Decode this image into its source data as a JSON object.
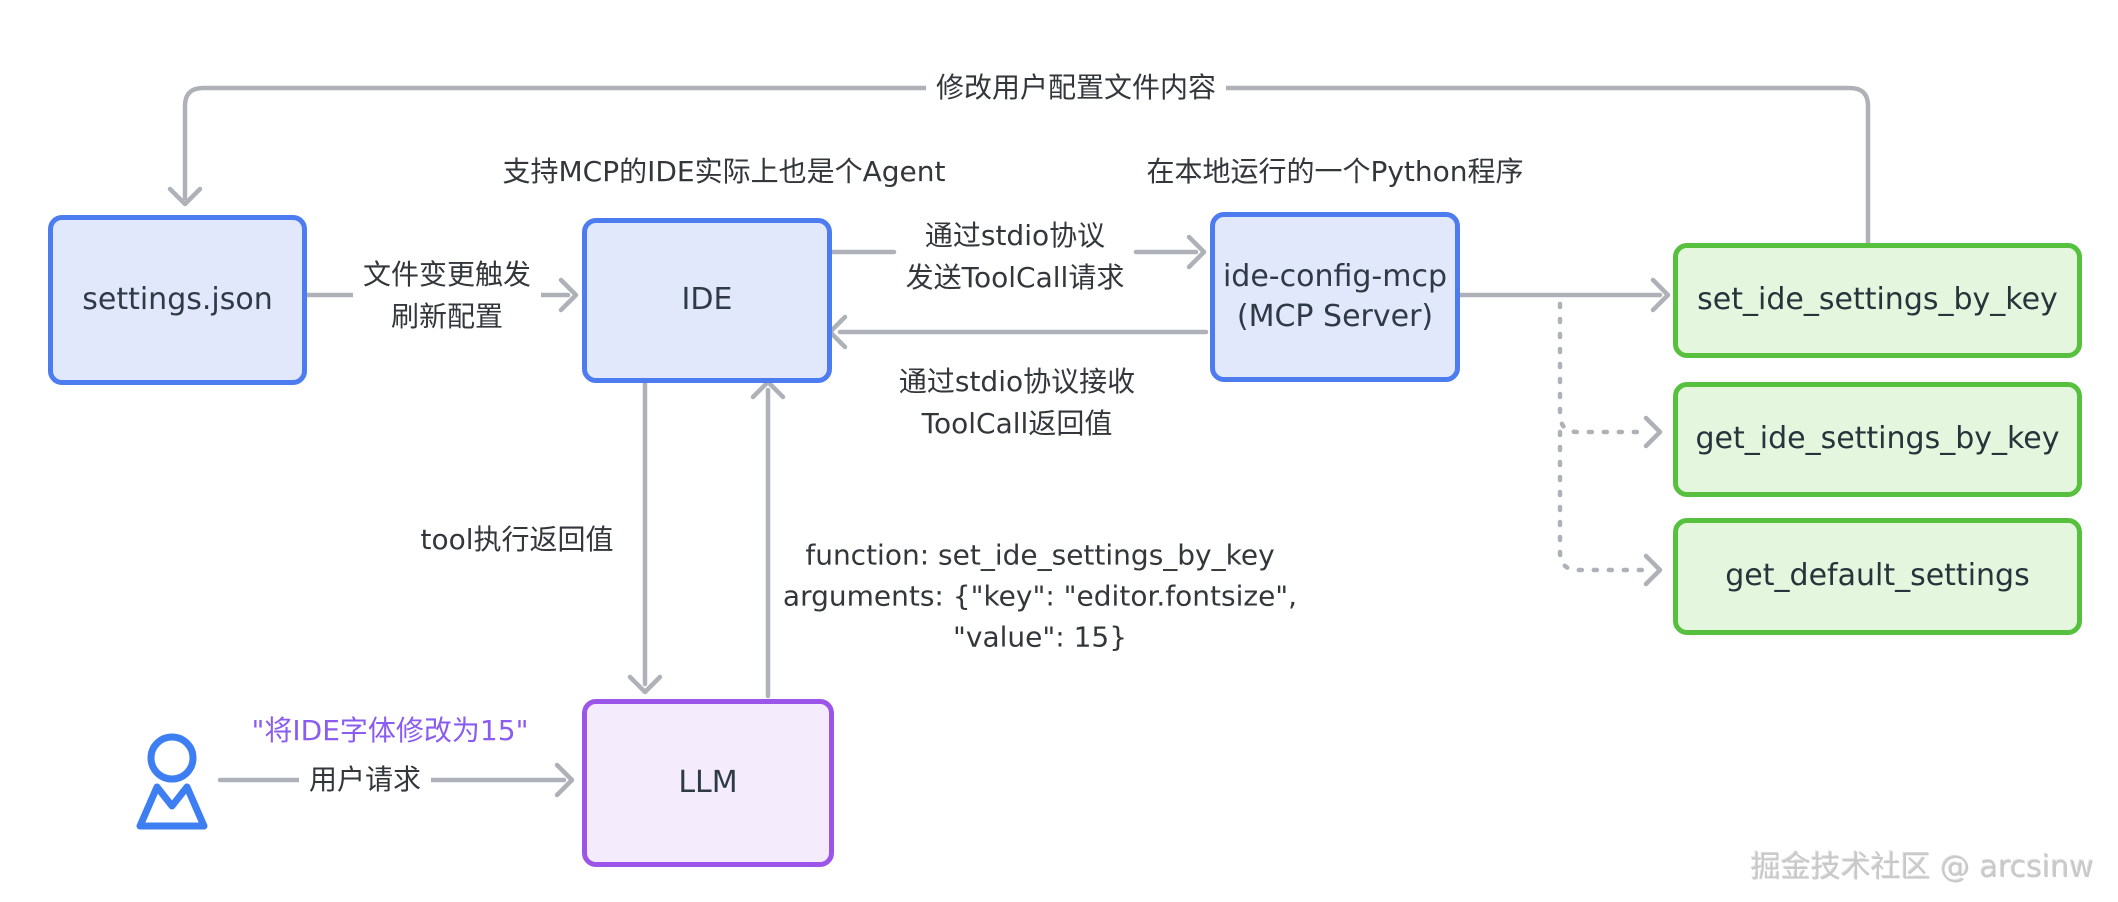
{
  "diagram_title": "MCP IDE configuration flow",
  "colors": {
    "blue_border": "#4d7cf0",
    "blue_fill": "#e1e8fb",
    "green_border": "#57c13f",
    "green_fill": "#e4f6dd",
    "purple_border": "#9c55e9",
    "purple_fill": "#f4ecfc",
    "wire_gray": "#aeb1b7",
    "text_dark": "#2f3a47",
    "quote_purple": "#8a5cf0",
    "watermark_gray": "#c9c9c9",
    "person_blue": "#3d7ef2"
  },
  "nodes": {
    "settings": {
      "label": "settings.json"
    },
    "ide": {
      "label": "IDE"
    },
    "mcp": {
      "line1": "ide-config-mcp",
      "line2": "(MCP Server)"
    },
    "llm": {
      "label": "LLM"
    },
    "tool_set": {
      "label": "set_ide_settings_by_key"
    },
    "tool_get": {
      "label": "get_ide_settings_by_key"
    },
    "tool_default": {
      "label": "get_default_settings"
    }
  },
  "annotations": {
    "feedback": "修改用户配置文件内容",
    "ide_note": "支持MCP的IDE实际上也是个Agent",
    "mcp_note": "在本地运行的一个Python程序",
    "file_change_line1": "文件变更触发",
    "file_change_line2": "刷新配置",
    "stdio_send_line1": "通过stdio协议",
    "stdio_send_line2": "发送ToolCall请求",
    "stdio_recv_line1": "通过stdio协议接收",
    "stdio_recv_line2": "ToolCall返回值",
    "tool_return": "tool执行返回值",
    "function_call_line1": "function: set_ide_settings_by_key",
    "function_call_line2": "arguments: {\"key\": \"editor.fontsize\",",
    "function_call_line3": "\"value\": 15}",
    "user_quote": "\"将IDE字体修改为15\"",
    "user_request": "用户请求"
  },
  "watermark": {
    "text": "掘金技术社区 @ arcsinw"
  }
}
